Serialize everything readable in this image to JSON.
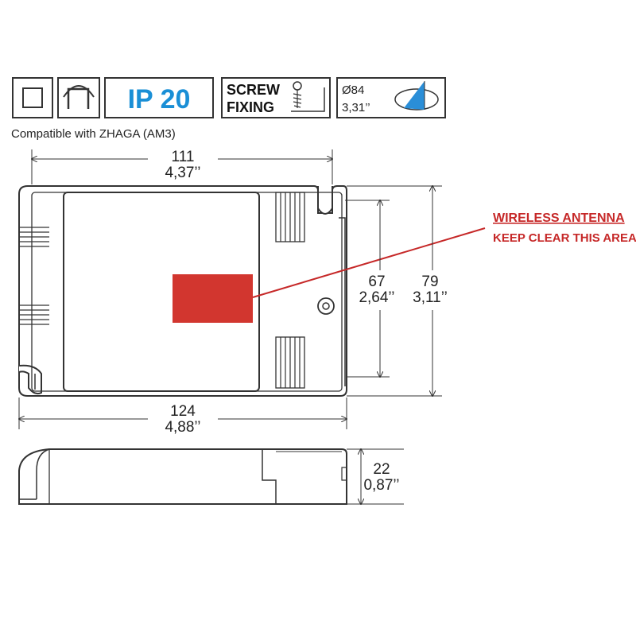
{
  "symbols": {
    "double_insulation": "double-square-icon",
    "independent_control_gear": "independent-gear-icon",
    "ip_rating": "IP 20",
    "screw_fixing_line1": "SCREW",
    "screw_fixing_line2": "FIXING",
    "screw_icon": "screw-icon",
    "diameter_mm": "Ø84",
    "diameter_in": "3,31’’",
    "diameter_icon": "sensor-lens-icon"
  },
  "caption": "Compatible with ZHAGA (AM3)",
  "dimensions": {
    "inner_width_mm": "111",
    "inner_width_in": "4,37’’",
    "total_width_mm": "124",
    "total_width_in": "4,88’’",
    "inner_height_mm": "67",
    "inner_height_in": "2,64’’",
    "total_height_mm": "79",
    "total_height_in": "3,11’’",
    "thickness_mm": "22",
    "thickness_in": "0,87’’"
  },
  "antenna_note": {
    "line1": "WIRELESS ANTENNA",
    "line2": "KEEP CLEAR THIS AREA"
  },
  "colors": {
    "ip_blue": "#1a8fd6",
    "warning_red": "#c62828",
    "antenna_area": "#d2362f",
    "line": "#333333"
  }
}
